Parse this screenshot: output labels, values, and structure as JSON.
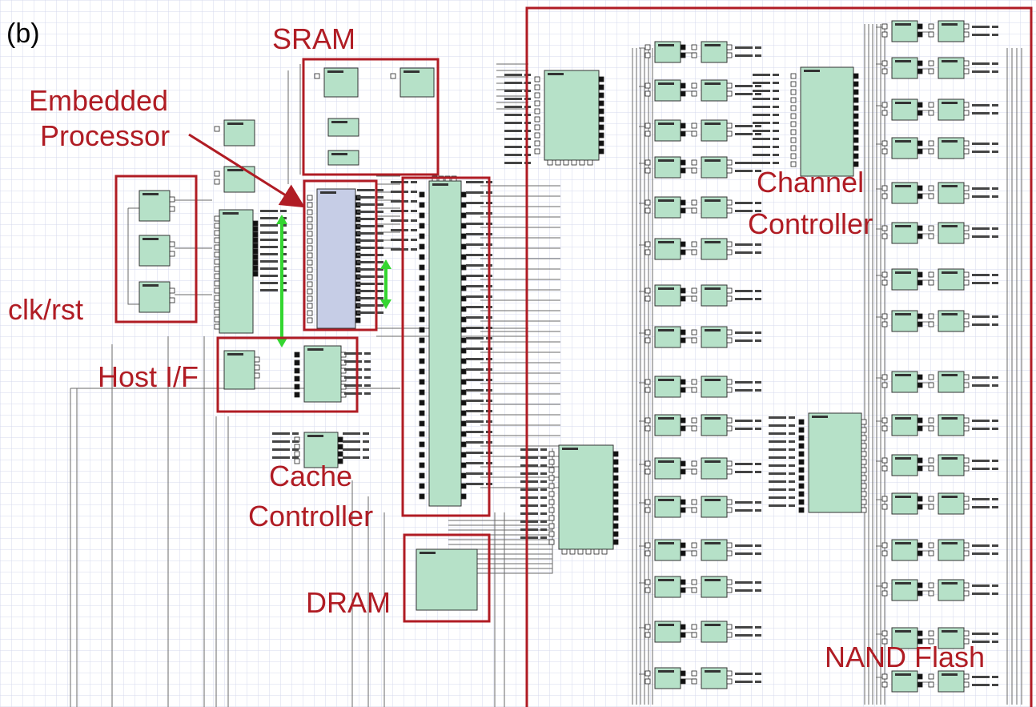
{
  "panel_label": "(b)",
  "labels": {
    "sram": "SRAM",
    "embedded_processor": [
      "Embedded",
      "Processor"
    ],
    "clk_rst": "clk/rst",
    "host_if": "Host I/F",
    "cache_controller": [
      "Cache",
      "Controller"
    ],
    "dram": "DRAM",
    "channel_controller": [
      "Channel",
      "Controller"
    ],
    "nand_flash": "NAND Flash"
  },
  "colors": {
    "highlight": "#b01c24",
    "block_fill": "#b6e1c8",
    "block_stroke": "#333333",
    "cpu_fill": "#c6cde6",
    "grid": "#d6d9ee",
    "wire": "#6a6a6a",
    "arrow_green": "#34d631"
  }
}
